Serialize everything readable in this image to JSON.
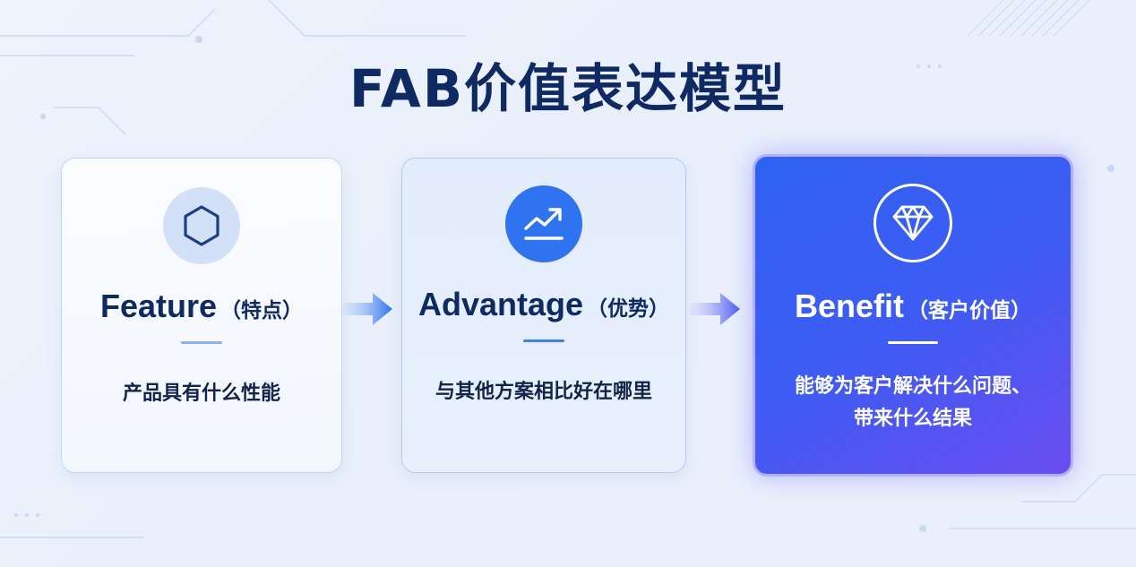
{
  "title": "FAB价值表达模型",
  "colors": {
    "title": "#0f2a63",
    "accent": "#2f73f0",
    "benefit_gradient_start": "#2f62f2",
    "benefit_gradient_end": "#6a4df0"
  },
  "cards": [
    {
      "icon": "hexagon-icon",
      "title_en": "Feature",
      "title_zh": "（特点）",
      "description": "产品具有什么性能"
    },
    {
      "icon": "trend-up-icon",
      "title_en": "Advantage",
      "title_zh": "（优势）",
      "description": "与其他方案相比好在哪里"
    },
    {
      "icon": "diamond-icon",
      "title_en": "Benefit",
      "title_zh": "（客户价值）",
      "description_line1": "能够为客户解决什么问题、",
      "description_line2": "带来什么结果"
    }
  ],
  "connectors": [
    "arrow-right-icon",
    "arrow-right-icon"
  ]
}
